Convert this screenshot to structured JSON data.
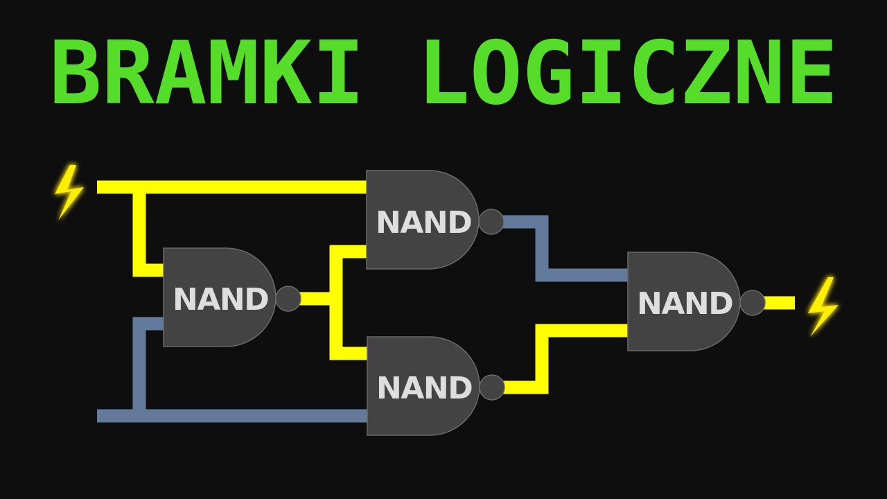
{
  "title": {
    "text": "BRAMKI LOGICZNE",
    "color": "#55dd2a"
  },
  "colors": {
    "background": "#0e0e0e",
    "wire_high": "#ffff00",
    "wire_low": "#647a9a",
    "gate_fill": "#434343",
    "gate_text": "#dedede",
    "lightning": "#ffee00"
  },
  "gates": [
    {
      "id": "gate-1",
      "label": "NAND",
      "output_state": "high"
    },
    {
      "id": "gate-2",
      "label": "NAND",
      "output_state": "low"
    },
    {
      "id": "gate-3",
      "label": "NAND",
      "output_state": "high"
    },
    {
      "id": "gate-4",
      "label": "NAND",
      "output_state": "high"
    }
  ],
  "inputs": [
    {
      "id": "input-a",
      "state": "high",
      "icon": "lightning-icon"
    },
    {
      "id": "input-b",
      "state": "low"
    }
  ],
  "output": {
    "id": "output",
    "state": "high",
    "icon": "lightning-icon"
  },
  "wires": [
    {
      "id": "wire-input-a-to-gate-2",
      "state": "high"
    },
    {
      "id": "wire-input-a-to-gate-1",
      "state": "high"
    },
    {
      "id": "wire-input-b-to-gate-1",
      "state": "low"
    },
    {
      "id": "wire-input-b-to-gate-3",
      "state": "low"
    },
    {
      "id": "wire-gate-1-to-gates-2-3",
      "state": "high"
    },
    {
      "id": "wire-gate-2-to-gate-4",
      "state": "low"
    },
    {
      "id": "wire-gate-3-to-gate-4",
      "state": "high"
    },
    {
      "id": "wire-gate-4-to-output",
      "state": "high"
    }
  ]
}
